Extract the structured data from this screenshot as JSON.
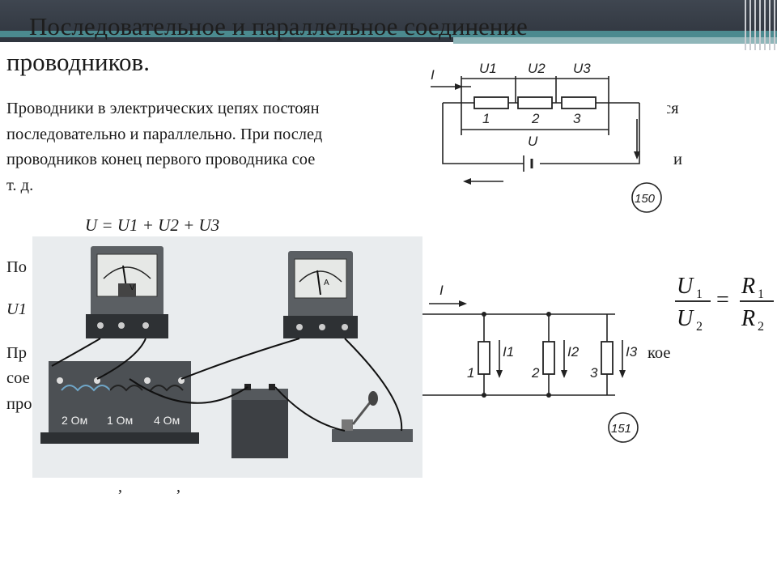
{
  "slide": {
    "title_line1": "Последовательное и параллельное соединение",
    "title_line2": "проводников.",
    "para1": [
      "Проводники в электрических цепях постоян",
      "последовательно и параллельно. При послед",
      "проводников конец первого проводника сое",
      "т. д."
    ],
    "para1_right": [
      "ся",
      "и"
    ],
    "formula_series": "U = U1 + U2 + U3",
    "frag_po": "По",
    "frag_u1": "U1",
    "frag_pr": "Пр",
    "frag_coe": "сое",
    "frag_pro": "про",
    "frag_koe": "кое",
    "commas": [
      ",",
      ","
    ]
  },
  "figure150": {
    "number": "150",
    "current": "I",
    "voltages": [
      "U1",
      "U2",
      "U3"
    ],
    "total_voltage": "U",
    "resistors": [
      "1",
      "2",
      "3"
    ]
  },
  "figure151": {
    "number": "151",
    "current": "I",
    "branches": [
      {
        "label": "1",
        "current": "I1"
      },
      {
        "label": "2",
        "current": "I2"
      },
      {
        "label": "3",
        "current": "I3"
      }
    ]
  },
  "photo": {
    "panel_labels": [
      "2 Ом",
      "1 Ом",
      "4 Ом"
    ],
    "voltmeter_unit": "V",
    "ammeter_unit": "A"
  },
  "ratio": {
    "u1": "U",
    "u1_sub": "1",
    "u2": "U",
    "u2_sub": "2",
    "r1": "R",
    "r1_sub": "1",
    "r2": "R",
    "r2_sub": "2",
    "equals": "="
  }
}
